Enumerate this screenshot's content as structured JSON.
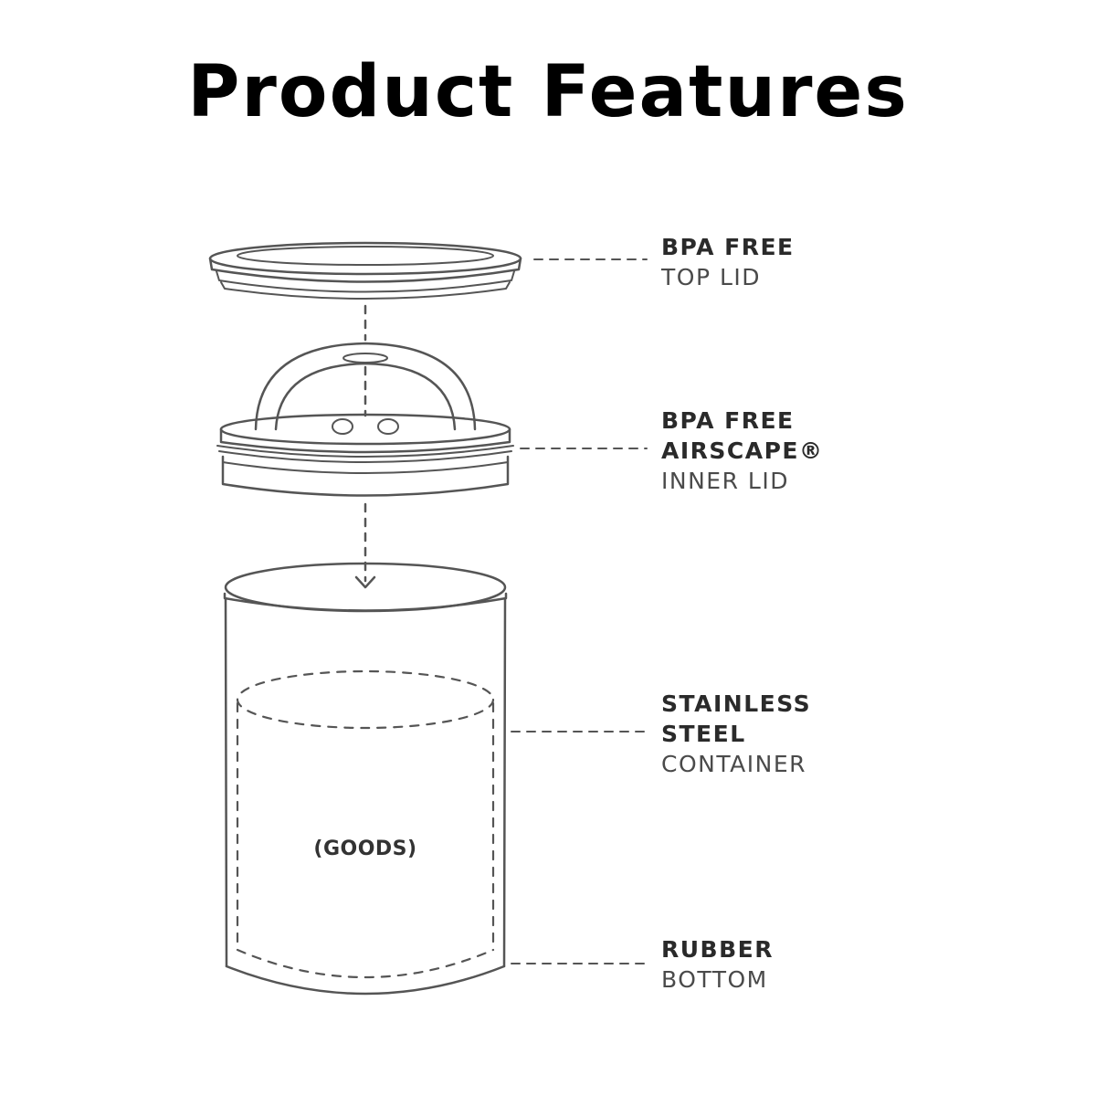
{
  "title": "Product Features",
  "goods_label": "(GOODS)",
  "colors": {
    "line": "#555555",
    "text": "#333333"
  },
  "callouts": [
    {
      "id": "top-lid",
      "bold_lines": [
        "BPA FREE"
      ],
      "normal_lines": [
        "TOP LID"
      ]
    },
    {
      "id": "inner-lid",
      "bold_lines": [
        "BPA FREE",
        "AIRSCAPE®"
      ],
      "normal_lines": [
        "INNER LID"
      ]
    },
    {
      "id": "container",
      "bold_lines": [
        "STAINLESS",
        "STEEL"
      ],
      "normal_lines": [
        "CONTAINER"
      ]
    },
    {
      "id": "bottom",
      "bold_lines": [
        "RUBBER"
      ],
      "normal_lines": [
        "BOTTOM"
      ]
    }
  ]
}
